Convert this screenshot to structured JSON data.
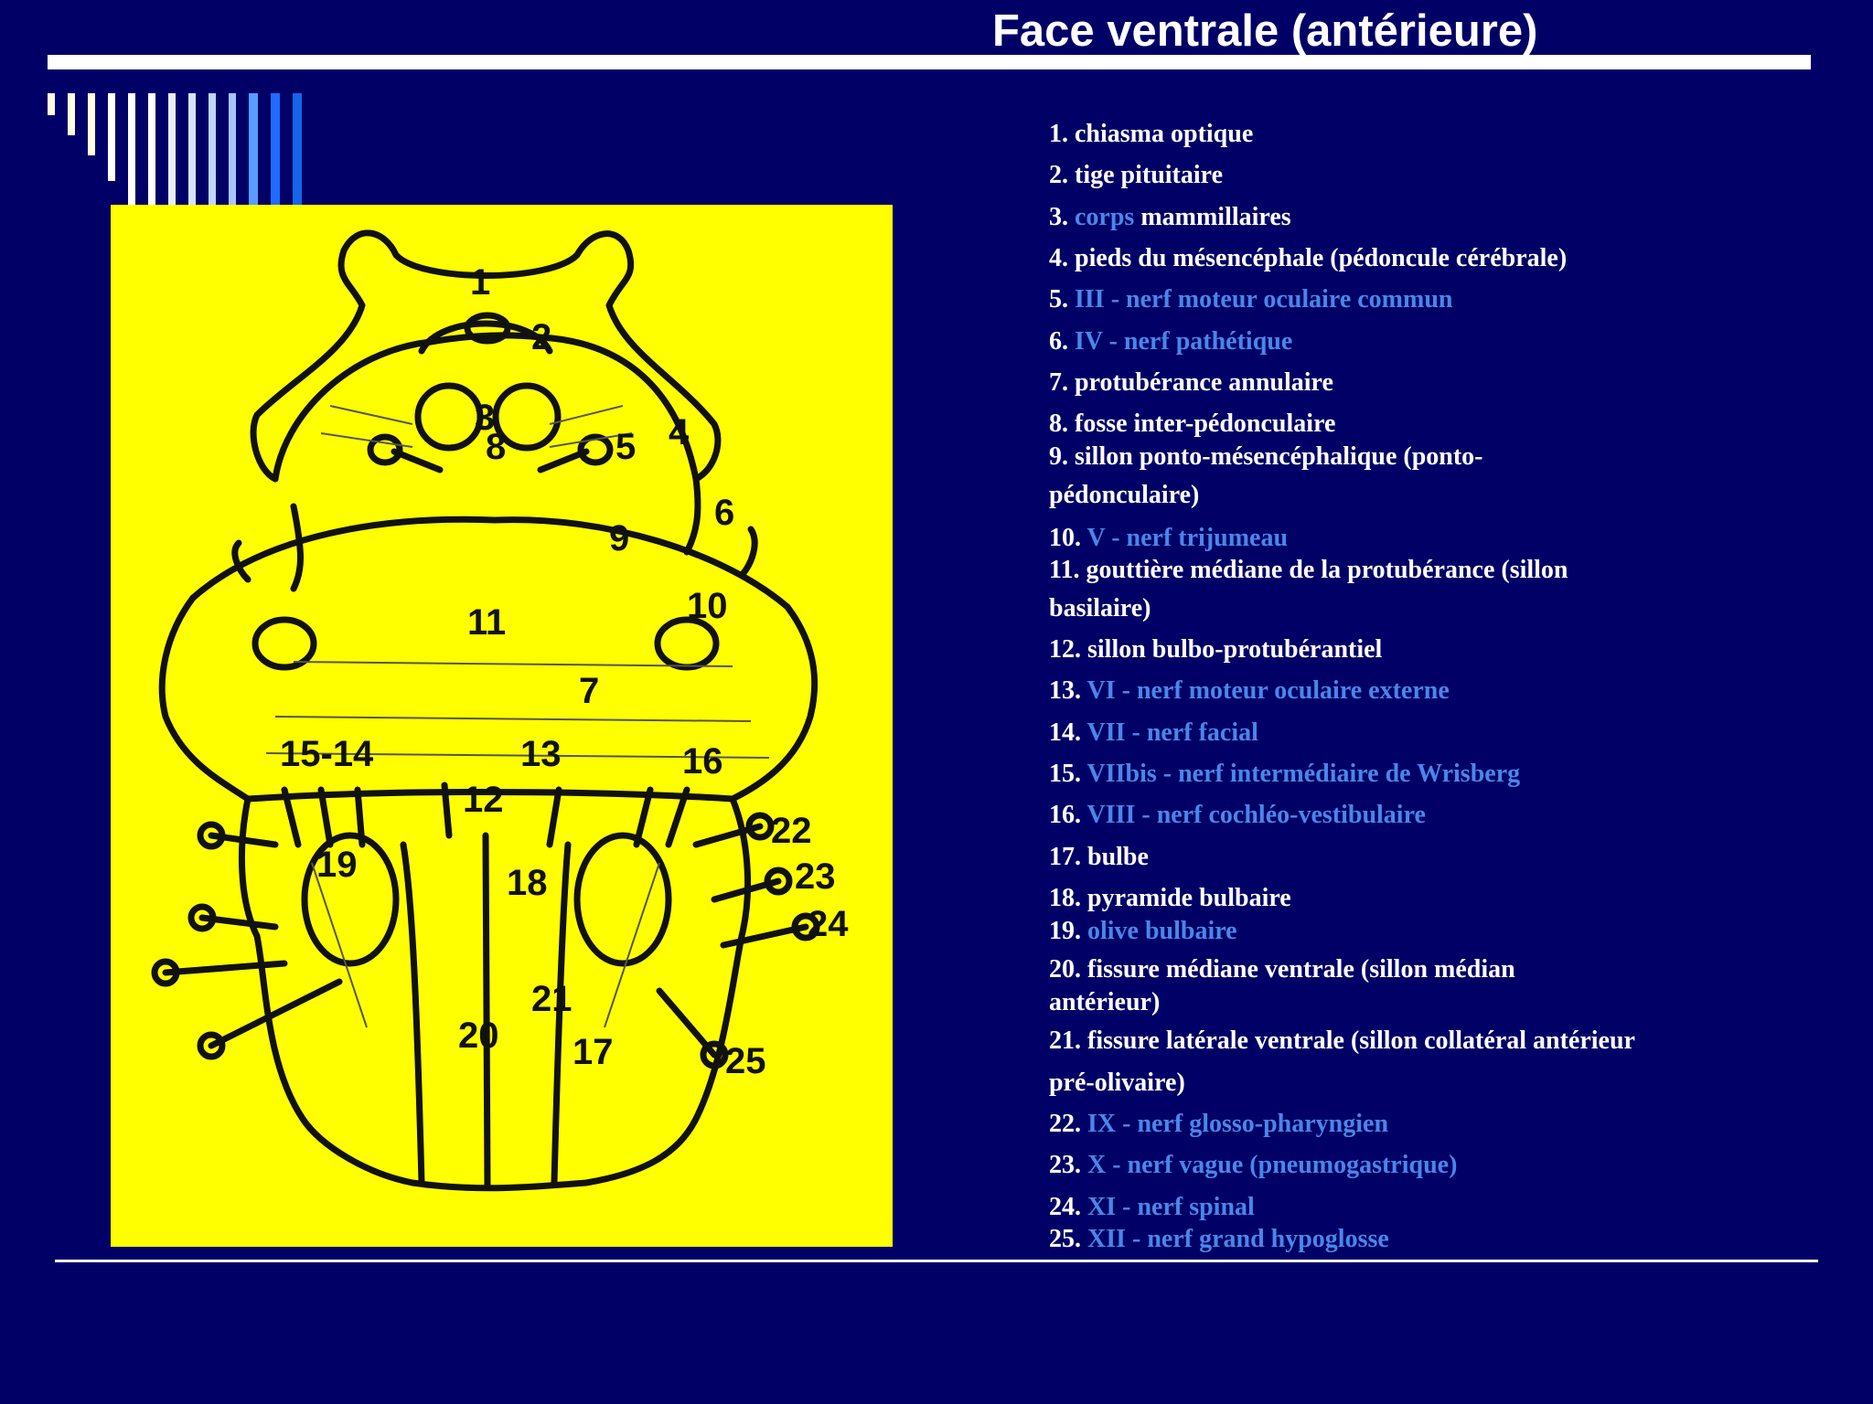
{
  "title": "Face ventrale (antérieure)",
  "colors": {
    "background": "#000066",
    "figure_bg": "#ffff00",
    "highlight": "#4a86e8",
    "text": "#ffffff"
  },
  "diagram_labels": [
    "1",
    "2",
    "3",
    "4",
    "5",
    "6",
    "7",
    "8",
    "9",
    "10",
    "11",
    "12",
    "13",
    "15-14",
    "16",
    "17",
    "18",
    "19",
    "20",
    "21",
    "22",
    "23",
    "24",
    "25"
  ],
  "legend": [
    {
      "num": "1.",
      "parts": [
        {
          "t": "chiasma optique",
          "hl": false
        }
      ]
    },
    {
      "num": "2.",
      "parts": [
        {
          "t": "tige pituitaire",
          "hl": false
        }
      ]
    },
    {
      "num": "3.",
      "parts": [
        {
          "t": "corps",
          "hl": true
        },
        {
          "t": " mammillaires",
          "hl": false
        }
      ]
    },
    {
      "num": "4.",
      "parts": [
        {
          "t": "pieds du mésencéphale (pédoncule cérébrale)",
          "hl": false
        }
      ]
    },
    {
      "num": "5.",
      "parts": [
        {
          "t": "III - nerf moteur oculaire commun",
          "hl": true
        }
      ]
    },
    {
      "num": "6.",
      "parts": [
        {
          "t": "IV - nerf pathétique",
          "hl": true
        }
      ]
    },
    {
      "num": "7.",
      "parts": [
        {
          "t": "protubérance annulaire",
          "hl": false
        }
      ]
    },
    {
      "num": "8.",
      "parts": [
        {
          "t": "fosse inter-pédonculaire",
          "hl": false
        }
      ]
    },
    {
      "num": "9.",
      "parts": [
        {
          "t": "sillon ponto-mésencéphalique (ponto-",
          "hl": false
        }
      ]
    },
    {
      "num": "",
      "parts": [
        {
          "t": "pédonculaire)",
          "hl": false
        }
      ]
    },
    {
      "num": "10.",
      "parts": [
        {
          "t": "V - nerf trijumeau",
          "hl": true
        }
      ]
    },
    {
      "num": "11.",
      "parts": [
        {
          "t": "gouttière médiane de la protubérance (sillon",
          "hl": false
        }
      ]
    },
    {
      "num": "",
      "parts": [
        {
          "t": "basilaire)",
          "hl": false
        }
      ]
    },
    {
      "num": "12.",
      "parts": [
        {
          "t": "sillon bulbo-protubérantiel",
          "hl": false
        }
      ]
    },
    {
      "num": "13.",
      "parts": [
        {
          "t": "VI - nerf moteur oculaire externe",
          "hl": true
        }
      ]
    },
    {
      "num": "14.",
      "parts": [
        {
          "t": "VII - nerf facial",
          "hl": true
        }
      ]
    },
    {
      "num": "15.",
      "parts": [
        {
          "t": "VIIbis - nerf intermédiaire de Wrisberg",
          "hl": true
        }
      ]
    },
    {
      "num": "16.",
      "parts": [
        {
          "t": "VIII - nerf cochléo-vestibulaire",
          "hl": true
        }
      ]
    },
    {
      "num": "17.",
      "parts": [
        {
          "t": "bulbe",
          "hl": false
        }
      ]
    },
    {
      "num": "18.",
      "parts": [
        {
          "t": "pyramide bulbaire",
          "hl": false
        }
      ]
    },
    {
      "num": "19.",
      "parts": [
        {
          "t": "olive bulbaire",
          "hl": true
        }
      ]
    },
    {
      "num": "20.",
      "parts": [
        {
          "t": "fissure médiane ventrale (sillon médian",
          "hl": false
        }
      ]
    },
    {
      "num": "",
      "parts": [
        {
          "t": "antérieur)",
          "hl": false
        }
      ]
    },
    {
      "num": "21.",
      "parts": [
        {
          "t": "fissure latérale ventrale (sillon collatéral antérieur",
          "hl": false
        }
      ]
    },
    {
      "num": "",
      "parts": [
        {
          "t": "pré-olivaire)",
          "hl": false
        }
      ]
    },
    {
      "num": "22.",
      "parts": [
        {
          "t": "IX - nerf glosso-pharyngien",
          "hl": true
        }
      ]
    },
    {
      "num": "23.",
      "parts": [
        {
          "t": "X - nerf vague (pneumogastrique)",
          "hl": true
        }
      ]
    },
    {
      "num": "24.",
      "parts": [
        {
          "t": "XI - nerf spinal",
          "hl": true
        }
      ]
    },
    {
      "num": "25.",
      "parts": [
        {
          "t": "XII - nerf grand hypoglosse",
          "hl": true
        }
      ]
    }
  ]
}
